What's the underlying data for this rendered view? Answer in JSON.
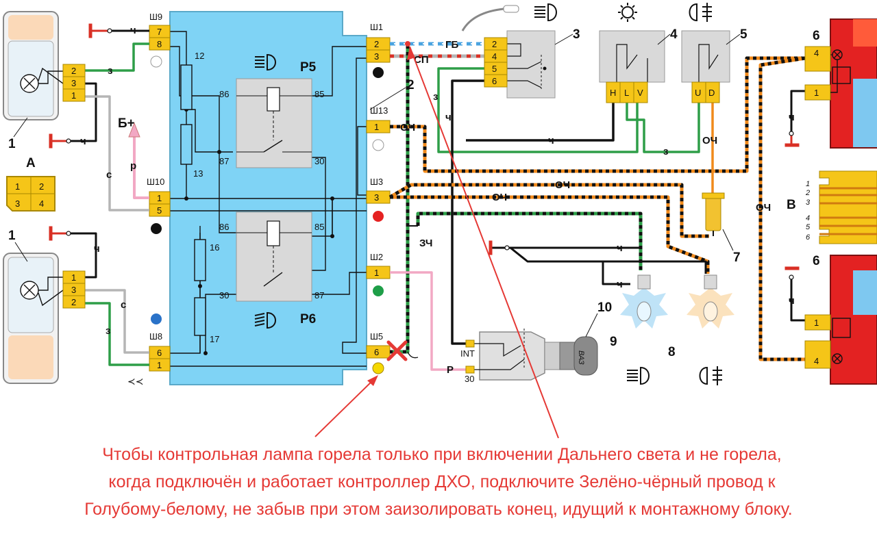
{
  "colors": {
    "block": "#7fd3f5",
    "connector": "#f5c518",
    "relay": "#d9d9d9",
    "wire_green": "#2e9e48",
    "wire_black": "#111111",
    "wire_orange": "#f08a1c",
    "wire_gray": "#b5b5b5",
    "wire_pink": "#f2a8c4",
    "wire_blue": "#4aa3e0",
    "wire_red": "#d93025",
    "annot": "#e53935",
    "tail_red": "#e32222"
  },
  "icons": [
    "high-beam-icon",
    "fog-light-icon",
    "headlight-switch-icon",
    "cross-mark-icon",
    "ignition-key-icon"
  ],
  "labels": {
    "callout_1": "1",
    "callout_1b": "1",
    "callout_2": "2",
    "callout_3": "3",
    "callout_4": "4",
    "callout_5": "5",
    "callout_6": "6",
    "callout_6b": "6",
    "callout_7": "7",
    "callout_8": "8",
    "callout_9": "9",
    "callout_10": "10",
    "view_a": "А",
    "view_b": "В",
    "b_plus": "Б+",
    "relay_p5": "Р5",
    "relay_p6": "Р6"
  },
  "connectors": {
    "sh9": "Ш9",
    "sh10": "Ш10",
    "sh8": "Ш8",
    "sh1": "Ш1",
    "sh13": "Ш13",
    "sh3": "Ш3",
    "sh2": "Ш2",
    "sh5": "Ш5"
  },
  "pins": {
    "sh9_top": "7",
    "sh9_bot": "8",
    "sh10_top": "1",
    "sh10_bot": "5",
    "sh8_top": "6",
    "sh8_bot": "1",
    "sh1_top": "2",
    "sh1_bot": "3",
    "sh13": "1",
    "sh3": "3",
    "sh2": "1",
    "sh5": "6",
    "hl_top_1": "2",
    "hl_top_2": "3",
    "hl_top_3": "1",
    "hl_bot_1": "1",
    "hl_bot_2": "3",
    "hl_bot_3": "2",
    "sw3_1": "2",
    "sw3_2": "4",
    "sw3_3": "5",
    "sw3_4": "6",
    "sw4_h": "H",
    "sw4_l": "L",
    "sw4_v": "V",
    "sw5_u": "U",
    "sw5_d": "D",
    "tail_top_1": "4",
    "tail_top_2": "1",
    "tail_bot_1": "1",
    "tail_bot_2": "4",
    "a_1": "1",
    "a_2": "2",
    "a_3": "3",
    "a_4": "4",
    "int_label": "INT",
    "term_30": "30"
  },
  "relay_pins": {
    "p5_86": "86",
    "p5_85": "85",
    "p5_87": "87",
    "p5_30": "30",
    "p6_86": "86",
    "p6_85": "85",
    "p6_30": "30",
    "p6_87": "87"
  },
  "fuses": {
    "f12": "12",
    "f13": "13",
    "f16": "16",
    "f17": "17"
  },
  "wire_labels": {
    "w_ch1": "ч",
    "w_z1": "з",
    "w_ch2": "ч",
    "w_s1": "с",
    "w_r1": "р",
    "w_ch3": "ч",
    "w_s2": "с",
    "w_z2": "з",
    "w_gb": "ГБ",
    "w_sp": "СП",
    "w_z3": "з",
    "w_ch4": "ч",
    "w_och1": "ОЧ",
    "w_zch": "ЗЧ",
    "w_ch5": "ч",
    "w_z4": "з",
    "w_och2": "ОЧ",
    "w_och3": "ОЧ",
    "w_och4": "ОЧ",
    "w_ch6": "ч",
    "w_ch7": "ч",
    "w_r2": "Р",
    "w_och5": "ОЧ",
    "w_ch8": "ч",
    "w_ch9": "ч"
  },
  "b_wires": [
    "1",
    "2",
    "3",
    "4",
    "5",
    "6"
  ],
  "key_text": "ВАЗ",
  "caption_lines": [
    "Чтобы контрольная лампа горела только при включении Дальнего света и не горела,",
    "когда подключён и работает контроллер ДХО, подключите Зелёно-чёрный провод к",
    "Голубому-белому, не забыв при этом заизолировать конец, идущий к монтажному блоку."
  ]
}
